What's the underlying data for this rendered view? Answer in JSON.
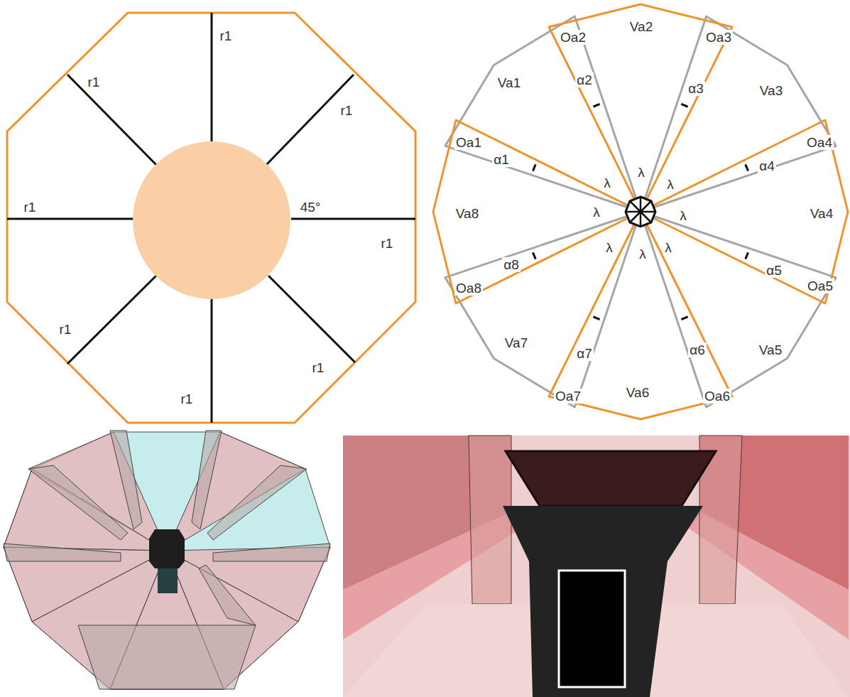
{
  "diagram": {
    "labels": [
      "r1",
      "r1",
      "r1",
      "r1",
      "45°",
      "r1",
      "r1",
      "r1",
      "r1",
      "Oa2",
      "Va2",
      "Oa3",
      "Va1",
      "α2",
      "α3",
      "Va3",
      "Oa1",
      "α1",
      "Oa4",
      "α4",
      "λ",
      "λ",
      "λ",
      "λ",
      "Va8",
      "λ",
      "Va4",
      "λ",
      "λ",
      "λ",
      "α8",
      "α5",
      "Oa8",
      "Oa5",
      "Va7",
      "α7",
      "α6",
      "Va5",
      "Oa7",
      "Va6",
      "Oa6"
    ]
  }
}
